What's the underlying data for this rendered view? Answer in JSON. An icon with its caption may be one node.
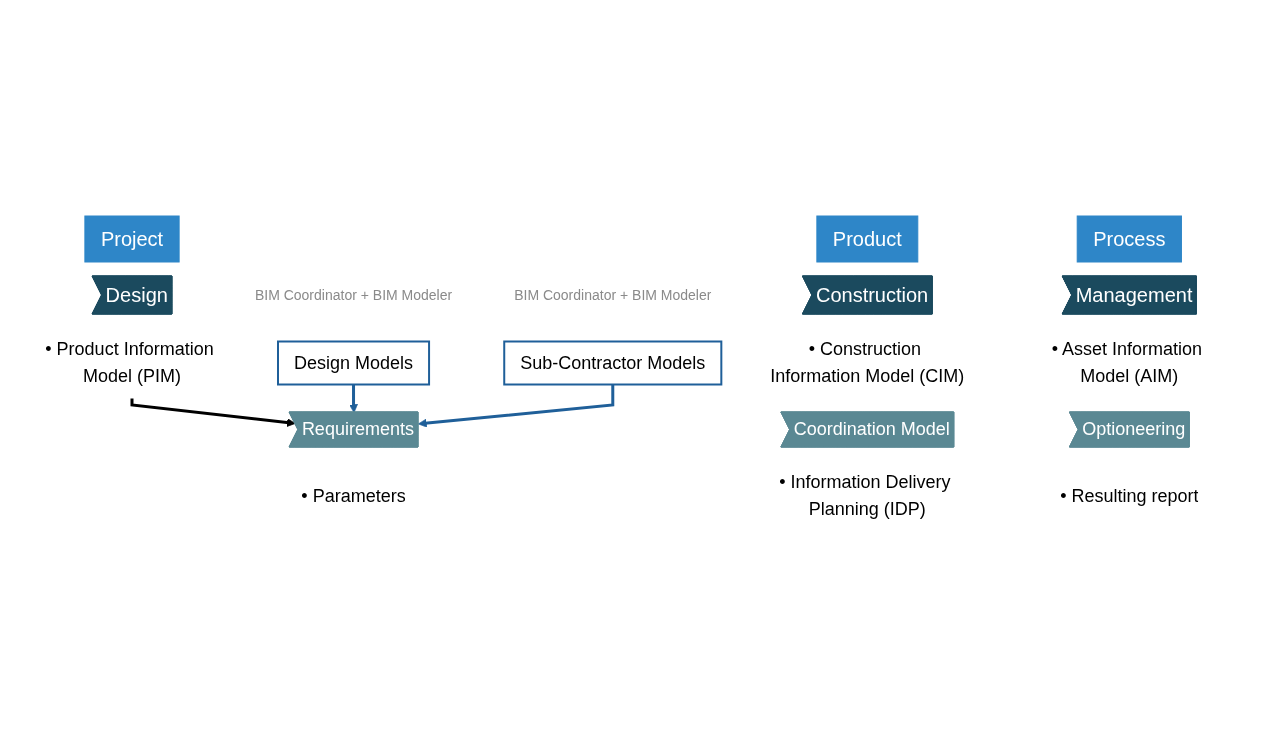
{
  "diagram": {
    "nodes": [
      {
        "text": [
          "Project"
        ]
      },
      {
        "text": [
          "Product"
        ]
      },
      {
        "text": [
          "Process"
        ]
      },
      {
        "text": [
          "Design"
        ]
      },
      {
        "text": [
          "Construction"
        ],
        "beside": [
          "• Construction Information Model (CIM)"
        ]
      },
      {
        "text": [
          "Management"
        ],
        "beside": [
          "• Asset Information Model (AIM)"
        ]
      },
      {
        "text": [
          "• Product Information Model (PIM)"
        ]
      },
      {
        "text": [
          "Requirements"
        ],
        "beside": [
          "• Parameters"
        ]
      },
      {
        "text": [
          "Coordination Model"
        ],
        "beside": [
          "• Information Delivery Planning (IDP)"
        ]
      },
      {
        "text": [
          "Optioneering"
        ],
        "beside": [
          "• Resulting report"
        ]
      },
      {
        "text": [
          "Design Models"
        ],
        "beside": [
          "BIM Coordinator + BIM Modeler"
        ]
      },
      {
        "text": [
          "Sub-Contractor Models"
        ],
        "beside": [
          "BIM Coordinator + BIM Modeler"
        ]
      }
    ],
    "edges": [
      {
        "from": 6,
        "to": 7,
        "arrow": "to",
        "color": "#000000"
      },
      {
        "from": 10,
        "to": 7,
        "arrow": "to"
      },
      {
        "from": 11,
        "to": 7,
        "arrow": "to"
      }
    ]
  }
}
